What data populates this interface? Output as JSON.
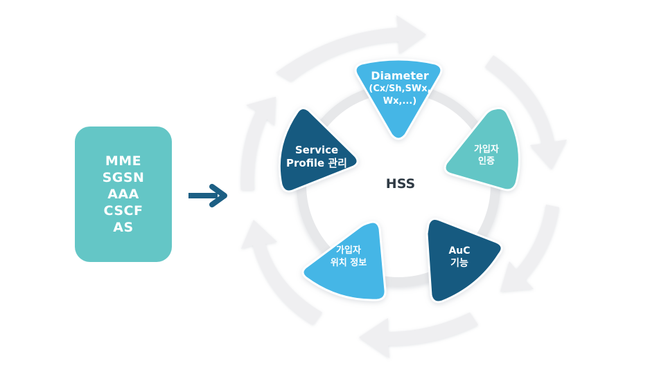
{
  "sources": {
    "items": [
      "MME",
      "SGSN",
      "AAA",
      "CSCF",
      "AS"
    ]
  },
  "hss": {
    "label": "HSS"
  },
  "functions": {
    "diameter": {
      "line1": "Diameter",
      "line2": "(Cx/Sh,SWx,",
      "line3": "Wx,...)"
    },
    "auth": {
      "line1": "가입자",
      "line2": "인증"
    },
    "auc": {
      "line1": "AuC",
      "line2": "기능"
    },
    "location": {
      "line1": "가입자",
      "line2": "위치 정보"
    },
    "profile": {
      "line1": "Service",
      "line2": "Profile 관리"
    }
  },
  "colors": {
    "teal": "#64c6c6",
    "light_blue": "#45b6e6",
    "dark_blue": "#135a80",
    "ring": "#efeff1",
    "text_dark": "#2f3a44",
    "arrow": "#1c5f84"
  }
}
